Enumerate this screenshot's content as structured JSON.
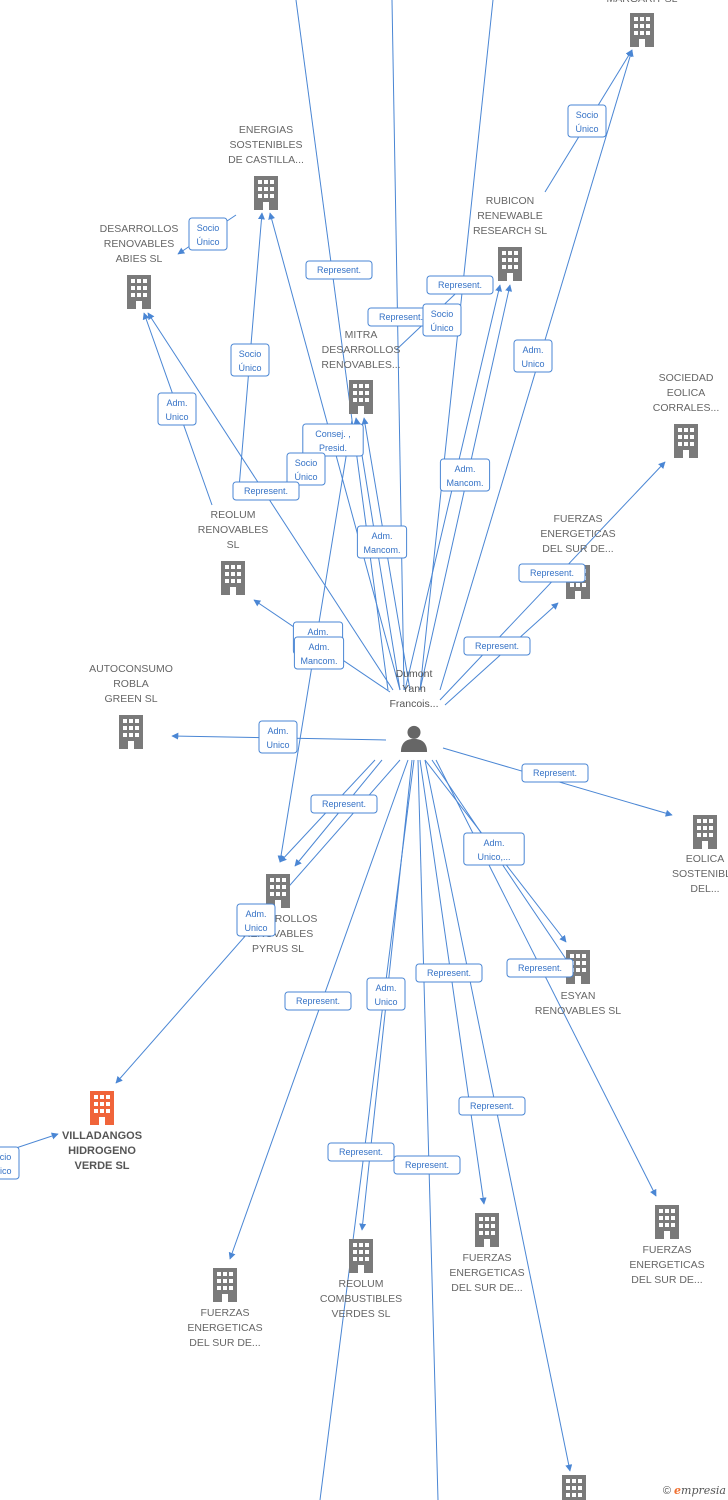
{
  "colors": {
    "edge": "#4a86d4",
    "company": "#7a7a7a",
    "highlight": "#f0643a",
    "person": "#666666"
  },
  "nodes": [
    {
      "id": "top",
      "type": "company",
      "label": [],
      "partial_label": "MARGARIT SL"
    },
    {
      "id": "energias",
      "type": "company",
      "label": [
        "ENERGIAS",
        "SOSTENIBLES",
        "DE CASTILLA..."
      ]
    },
    {
      "id": "desarrollos_abies",
      "type": "company",
      "label": [
        "DESARROLLOS",
        "RENOVABLES",
        "ABIES SL"
      ]
    },
    {
      "id": "rubicon",
      "type": "company",
      "label": [
        "RUBICON",
        "RENEWABLE",
        "RESEARCH SL"
      ]
    },
    {
      "id": "mitra",
      "type": "company",
      "label": [
        "MITRA",
        "DESARROLLOS",
        "RENOVABLES..."
      ]
    },
    {
      "id": "sociedad_eolica",
      "type": "company",
      "label": [
        "SOCIEDAD",
        "EOLICA",
        "CORRALES..."
      ]
    },
    {
      "id": "reolum",
      "type": "company",
      "label": [
        "REOLUM",
        "RENOVABLES",
        "SL"
      ]
    },
    {
      "id": "fuerzas_1",
      "type": "company",
      "label": [
        "FUERZAS",
        "ENERGETICAS",
        "DEL SUR DE..."
      ]
    },
    {
      "id": "autoconsumo",
      "type": "company",
      "label": [
        "AUTOCONSUMO",
        "ROBLA",
        "GREEN SL"
      ]
    },
    {
      "id": "person",
      "type": "person",
      "label": [
        "Dumont",
        "Yann",
        "Francois..."
      ]
    },
    {
      "id": "eolica",
      "type": "company",
      "label": [
        "EOLICA",
        "SOSTENIBLE",
        "DEL..."
      ]
    },
    {
      "id": "pyrus",
      "type": "company",
      "label": [
        "DESARROLLOS",
        "RENOVABLES",
        "PYRUS SL"
      ]
    },
    {
      "id": "esyan",
      "type": "company",
      "label": [
        "ESYAN",
        "RENOVABLES SL"
      ]
    },
    {
      "id": "villadangos",
      "type": "company_main",
      "label": [
        "VILLADANGOS",
        "HIDROGENO",
        "VERDE SL"
      ]
    },
    {
      "id": "fuerzas_2",
      "type": "company",
      "label": [
        "FUERZAS",
        "ENERGETICAS",
        "DEL SUR DE..."
      ]
    },
    {
      "id": "fuerzas_3",
      "type": "company",
      "label": [
        "FUERZAS",
        "ENERGETICAS",
        "DEL SUR DE..."
      ]
    },
    {
      "id": "reolum_comb",
      "type": "company",
      "label": [
        "REOLUM",
        "COMBUSTIBLES",
        "VERDES SL"
      ]
    },
    {
      "id": "fuerzas_4",
      "type": "company",
      "label": [
        "FUERZAS",
        "ENERGETICAS",
        "DEL SUR DE..."
      ]
    },
    {
      "id": "bottom",
      "type": "company",
      "label": []
    }
  ],
  "edge_labels": [
    [
      "Socio",
      "Único"
    ],
    [
      "Socio",
      "Único"
    ],
    [
      "Represent."
    ],
    [
      "Represent."
    ],
    [
      "Represent."
    ],
    [
      "Socio",
      "Único"
    ],
    [
      "Adm.",
      "Unico"
    ],
    [
      "Socio",
      "Único"
    ],
    [
      "Adm.",
      "Unico"
    ],
    [
      "Consej. ,",
      "Presid."
    ],
    [
      "Socio",
      "Único"
    ],
    [
      "Represent."
    ],
    [
      "Adm.",
      "Mancom."
    ],
    [
      "Adm.",
      "Mancom."
    ],
    [
      "Represent."
    ],
    [
      "Represent."
    ],
    [
      "Adm.",
      "Mancom."
    ],
    [
      "Adm.",
      "Mancom."
    ],
    [
      "Adm.",
      "Unico"
    ],
    [
      "Represent."
    ],
    [
      "Represent."
    ],
    [
      "Adm.",
      "Unico,..."
    ],
    [
      "Adm.",
      "Unico"
    ],
    [
      "Represent."
    ],
    [
      "Adm.",
      "Unico"
    ],
    [
      "Represent."
    ],
    [
      "Represent."
    ],
    [
      "Represent."
    ],
    [
      "Represent."
    ],
    [
      "Represent."
    ],
    [
      "Socio",
      "Único"
    ]
  ],
  "footer": {
    "copyright": "©",
    "brand_initial": "e",
    "brand_rest": "mpresia"
  }
}
